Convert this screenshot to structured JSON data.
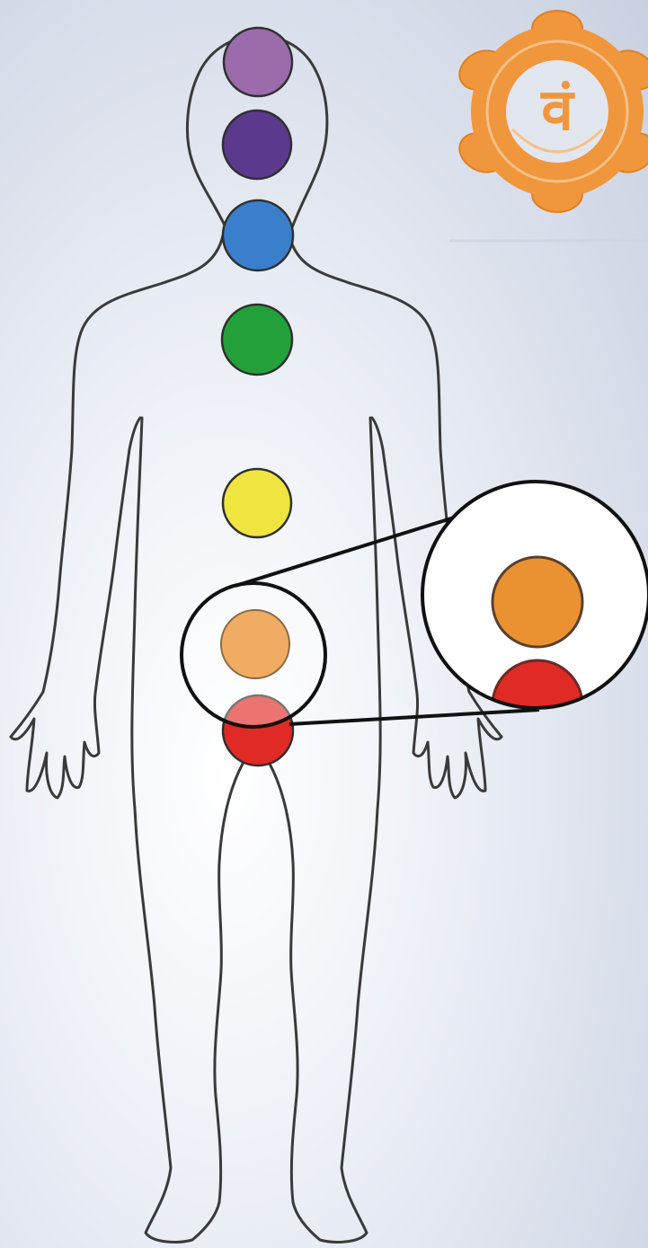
{
  "colors": {
    "background": "#dde3ee",
    "body_outline": "#3a3a3a",
    "chakras": {
      "crown": "#9b6bab",
      "third_eye": "#5b3a8e",
      "throat": "#3a7fcc",
      "heart": "#24a03a",
      "solar_plexus": "#f0e440",
      "sacral": "#f0ac62",
      "root": "#e02a25"
    },
    "zoom_sacral": "#ea9231",
    "zoom_root": "#df2a25",
    "symbol_primary": "#f0963c",
    "symbol_light": "#f7c087"
  },
  "chakras": [
    {
      "id": "crown",
      "color": "#9b6bab"
    },
    {
      "id": "third_eye",
      "color": "#5b3a8e"
    },
    {
      "id": "throat",
      "color": "#3a7fcc"
    },
    {
      "id": "heart",
      "color": "#24a03a"
    },
    {
      "id": "solar_plexus",
      "color": "#f0e440"
    },
    {
      "id": "sacral",
      "color": "#f0ac62"
    },
    {
      "id": "root",
      "color": "#e02a25"
    }
  ],
  "highlight": "sacral",
  "symbol": {
    "icon": "svadhisthana-symbol",
    "glyph": "वं"
  }
}
